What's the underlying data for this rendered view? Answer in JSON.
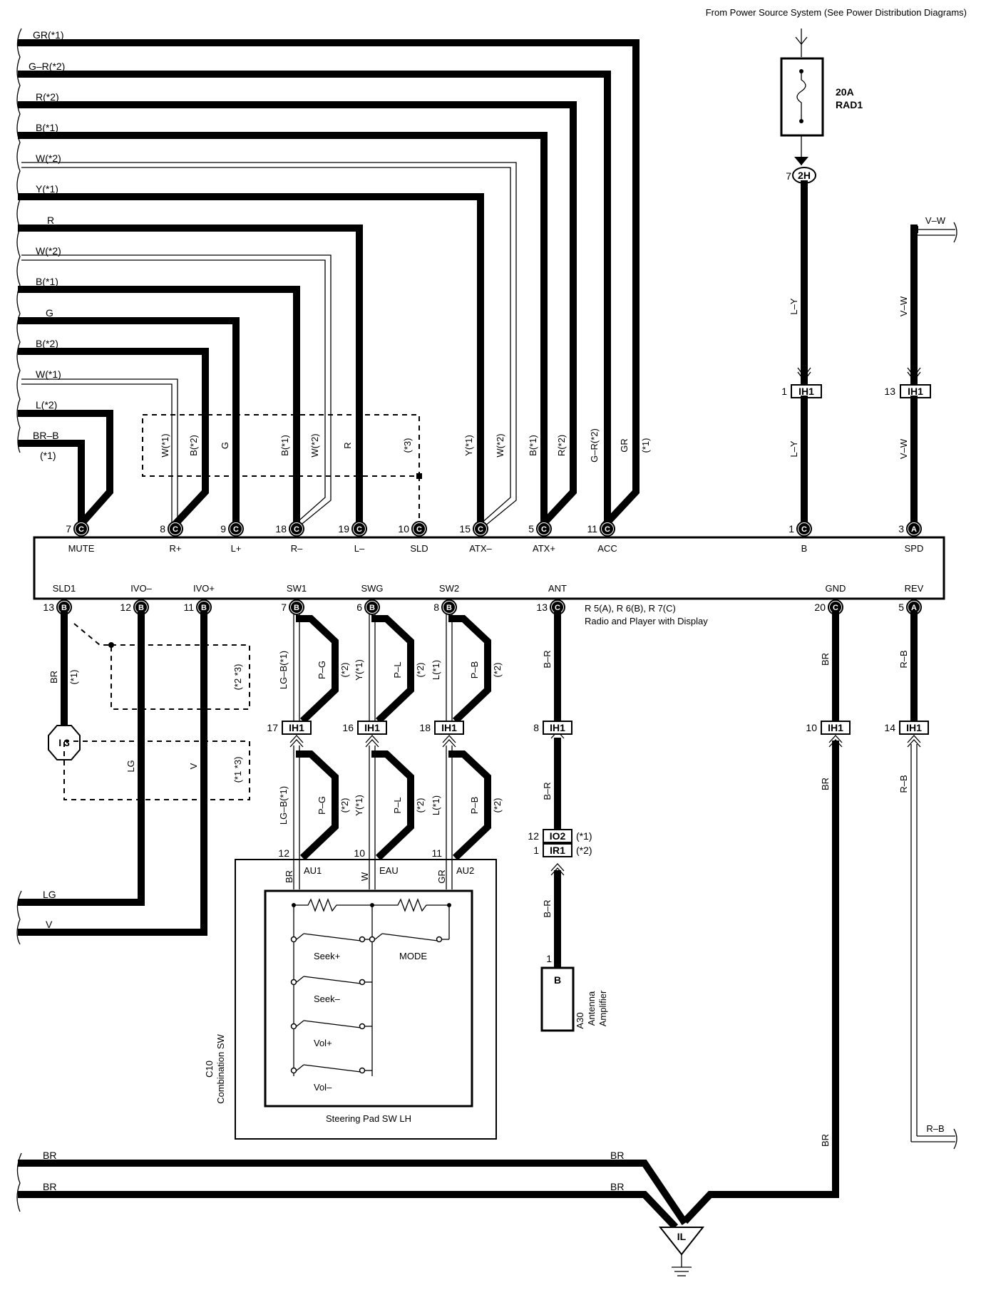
{
  "header": "From Power Source System  (See Power Distribution Diagrams)",
  "fuse": {
    "amp": "20A",
    "name": "RAD1"
  },
  "unit": {
    "name": "R 5(A), R 6(B), R 7(C)",
    "desc": "Radio and Player with Display",
    "top_terms": [
      "MUTE",
      "R+",
      "L+",
      "R–",
      "L–",
      "SLD",
      "ATX–",
      "ATX+",
      "ACC",
      "B",
      "SPD"
    ],
    "bottom_terms": [
      "SLD1",
      "IVO–",
      "IVO+",
      "SW1",
      "SWG",
      "SW2",
      "ANT",
      "GND",
      "REV"
    ]
  },
  "top_pins": [
    {
      "num": "7",
      "let": "C"
    },
    {
      "num": "8",
      "let": "C"
    },
    {
      "num": "9",
      "let": "C"
    },
    {
      "num": "18",
      "let": "C"
    },
    {
      "num": "19",
      "let": "C"
    },
    {
      "num": "10",
      "let": "C"
    },
    {
      "num": "15",
      "let": "C"
    },
    {
      "num": "5",
      "let": "C"
    },
    {
      "num": "11",
      "let": "C"
    },
    {
      "num": "1",
      "let": "C"
    },
    {
      "num": "3",
      "let": "A"
    }
  ],
  "bottom_pins": [
    {
      "num": "13",
      "let": "B"
    },
    {
      "num": "12",
      "let": "B"
    },
    {
      "num": "11",
      "let": "B"
    },
    {
      "num": "7",
      "let": "B"
    },
    {
      "num": "6",
      "let": "B"
    },
    {
      "num": "8",
      "let": "B"
    },
    {
      "num": "13",
      "let": "C"
    },
    {
      "num": "20",
      "let": "C"
    },
    {
      "num": "5",
      "let": "A"
    }
  ],
  "left_wires": [
    "GR(*1)",
    "G–R(*2)",
    "R(*2)",
    "B(*1)",
    "W(*2)",
    "Y(*1)",
    "R",
    "W(*2)",
    "B(*1)",
    "G",
    "B(*2)",
    "W(*1)",
    "L(*2)",
    "BR–B"
  ],
  "left_wire_note": "(*1)",
  "vert_labels": {
    "r_plus": [
      "W(*1)",
      "B(*2)"
    ],
    "l_plus": "G",
    "r_minus": [
      "B(*1)",
      "W(*2)"
    ],
    "l_minus": "R",
    "sld": "(*3)",
    "atx_minus": [
      "Y(*1)",
      "W(*2)"
    ],
    "atx_plus": [
      "B(*1)",
      "R(*2)"
    ],
    "acc": [
      "G–R(*2)",
      "GR",
      "(*1)"
    ]
  },
  "power": {
    "pin": "7",
    "junction": "2H",
    "wire": "L–Y"
  },
  "spd_wire": "V–W",
  "ih1": {
    "label": "IH1",
    "pins_top": [
      "1",
      "13"
    ],
    "pins_bottom": [
      "17",
      "16",
      "18",
      "8",
      "10",
      "14"
    ]
  },
  "sld1": {
    "wire": "BR",
    "note": "(*1)",
    "junction": "I 3"
  },
  "dashed_notes": [
    "(*2 *3)",
    "(*1 *3)"
  ],
  "ivo_wires": [
    "LG",
    "V"
  ],
  "sw_wires": [
    {
      "a": "LG–B(*1)",
      "b": "P–G",
      "n": "(*2)"
    },
    {
      "a": "Y(*1)",
      "b": "P–L",
      "n": "(*2)"
    },
    {
      "a": "L(*1)",
      "b": "P–B",
      "n": "(*2)"
    }
  ],
  "sw_box": {
    "pins": [
      "12",
      "10",
      "11"
    ],
    "terms": [
      "AU1",
      "EAU",
      "AU2"
    ],
    "wires": [
      "BR",
      "W",
      "GR"
    ],
    "switches": [
      "Seek+",
      "MODE",
      "Seek–",
      "Vol+",
      "Vol–"
    ],
    "inner": "Steering Pad SW LH",
    "id": "C10",
    "name": "Combination SW"
  },
  "ant": {
    "wire": "B–R",
    "conns": [
      {
        "pin": "12",
        "name": "IO2",
        "note": "(*1)"
      },
      {
        "pin": "1",
        "name": "IR1",
        "note": "(*2)"
      }
    ],
    "amp_pin": "1",
    "amp_letter": "B",
    "amp_id": "A30",
    "amp_name1": "Antenna",
    "amp_name2": "Amplifier"
  },
  "gnd_wire": "BR",
  "rev_wire": "R–B",
  "ground": {
    "label": "IL",
    "wires": [
      "BR",
      "BR"
    ],
    "left_wires": [
      "BR",
      "BR"
    ]
  }
}
